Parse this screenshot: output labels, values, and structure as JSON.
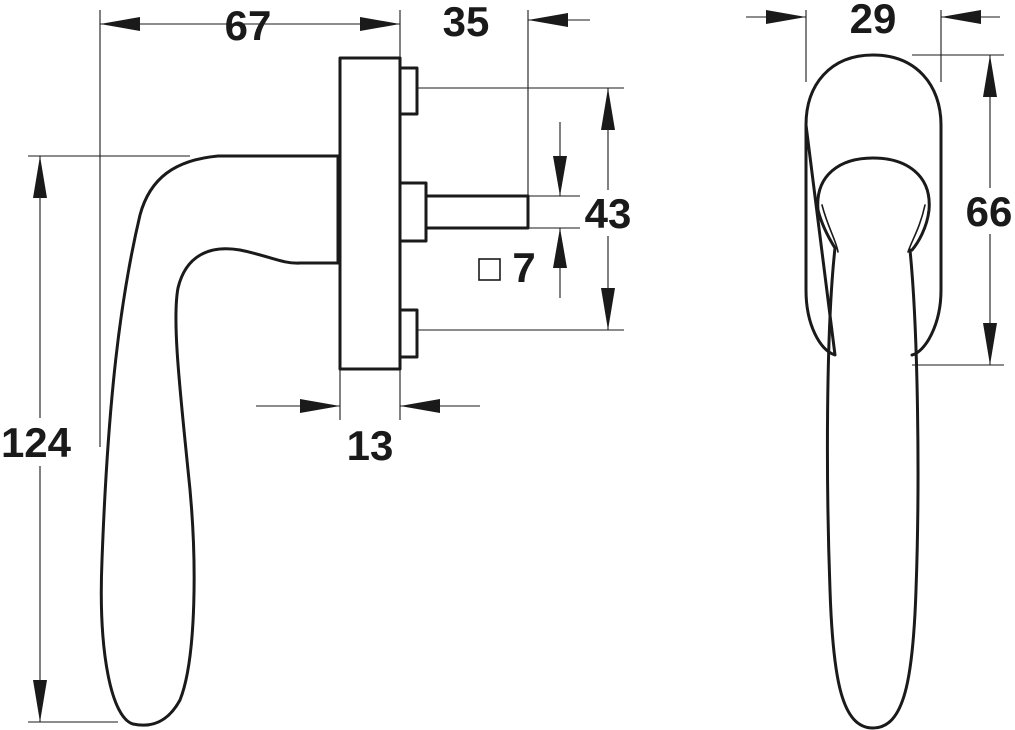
{
  "dimensions": {
    "overall_depth": "67",
    "spindle_length": "35",
    "rose_width": "29",
    "rose_height": "66",
    "fixing_centers": "43",
    "spindle_square": "7",
    "rose_depth": "13",
    "overall_height": "124"
  }
}
